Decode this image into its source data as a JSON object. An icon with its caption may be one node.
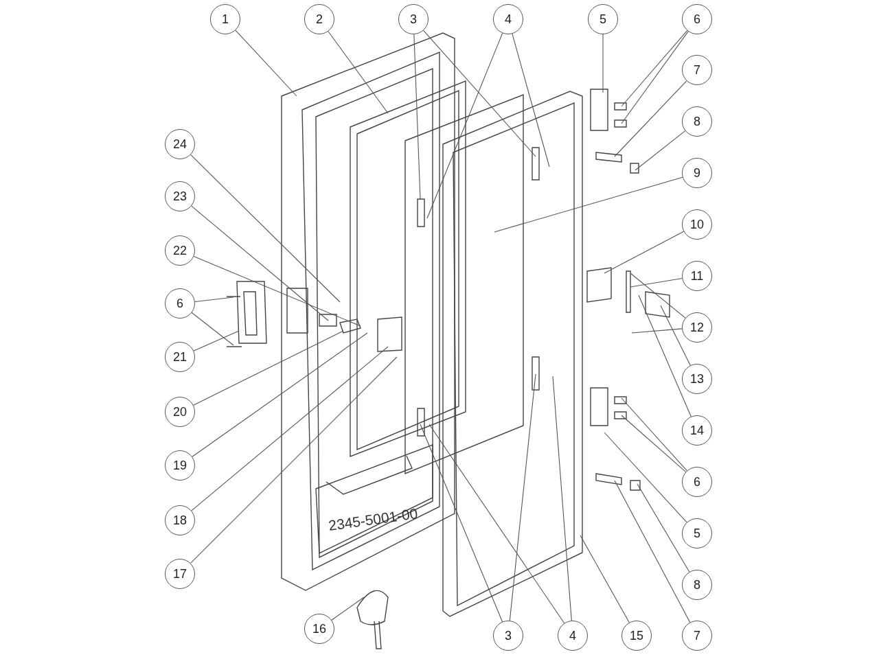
{
  "diagram": {
    "nodes": [
      {
        "text": [
          "1"
        ]
      },
      {
        "text": [
          "2"
        ]
      },
      {
        "text": [
          "3"
        ]
      },
      {
        "text": [
          "4"
        ]
      },
      {
        "text": [
          "5"
        ]
      },
      {
        "text": [
          "6"
        ]
      },
      {
        "text": [
          "7"
        ]
      },
      {
        "text": [
          "8"
        ]
      },
      {
        "text": [
          "24"
        ]
      },
      {
        "text": [
          "9"
        ]
      },
      {
        "text": [
          "23"
        ]
      },
      {
        "text": [
          "10"
        ]
      },
      {
        "text": [
          "22"
        ]
      },
      {
        "text": [
          "11"
        ]
      },
      {
        "text": [
          "6"
        ]
      },
      {
        "text": [
          "12"
        ]
      },
      {
        "text": [
          "21"
        ]
      },
      {
        "text": [
          "13"
        ]
      },
      {
        "text": [
          "20"
        ]
      },
      {
        "text": [
          "14"
        ]
      },
      {
        "text": [
          "19"
        ]
      },
      {
        "text": [
          "6"
        ]
      },
      {
        "text": [
          "18"
        ]
      },
      {
        "text": [
          "5"
        ]
      },
      {
        "text": [
          "17"
        ]
      },
      {
        "text": [
          "8"
        ]
      },
      {
        "text": [
          "16"
        ]
      },
      {
        "text": [
          "3"
        ]
      },
      {
        "text": [
          "4"
        ]
      },
      {
        "text": [
          "15"
        ]
      },
      {
        "text": [
          "7"
        ]
      }
    ],
    "edges": [
      {
        "from": 0,
        "to": null,
        "arrow": "none"
      },
      {
        "from": 1,
        "to": null,
        "arrow": "none"
      },
      {
        "from": 2,
        "to": null,
        "arrow": "none"
      },
      {
        "from": 2,
        "to": null,
        "arrow": "none"
      },
      {
        "from": 3,
        "to": null,
        "arrow": "none"
      },
      {
        "from": 3,
        "to": null,
        "arrow": "none"
      },
      {
        "from": 4,
        "to": null,
        "arrow": "none"
      },
      {
        "from": 5,
        "to": null,
        "arrow": "none"
      },
      {
        "from": 5,
        "to": null,
        "arrow": "none"
      },
      {
        "from": 6,
        "to": null,
        "arrow": "none"
      },
      {
        "from": 7,
        "to": null,
        "arrow": "none"
      },
      {
        "from": 8,
        "to": null,
        "arrow": "none"
      },
      {
        "from": 9,
        "to": null,
        "arrow": "none"
      },
      {
        "from": 10,
        "to": null,
        "arrow": "none"
      },
      {
        "from": 11,
        "to": null,
        "arrow": "none"
      },
      {
        "from": 12,
        "to": null,
        "arrow": "none"
      },
      {
        "from": 13,
        "to": null,
        "arrow": "none"
      },
      {
        "from": 14,
        "to": null,
        "arrow": "none"
      },
      {
        "from": 14,
        "to": null,
        "arrow": "none"
      },
      {
        "from": 15,
        "to": null,
        "arrow": "none"
      },
      {
        "from": 15,
        "to": null,
        "arrow": "none"
      },
      {
        "from": 16,
        "to": null,
        "arrow": "none"
      },
      {
        "from": 17,
        "to": null,
        "arrow": "none"
      },
      {
        "from": 18,
        "to": null,
        "arrow": "none"
      },
      {
        "from": 19,
        "to": null,
        "arrow": "none"
      },
      {
        "from": 20,
        "to": null,
        "arrow": "none"
      },
      {
        "from": 21,
        "to": null,
        "arrow": "none"
      },
      {
        "from": 21,
        "to": null,
        "arrow": "none"
      },
      {
        "from": 22,
        "to": null,
        "arrow": "none"
      },
      {
        "from": 23,
        "to": null,
        "arrow": "none"
      },
      {
        "from": 24,
        "to": null,
        "arrow": "none"
      },
      {
        "from": 25,
        "to": null,
        "arrow": "none"
      },
      {
        "from": 26,
        "to": null,
        "arrow": "none"
      },
      {
        "from": 27,
        "to": null,
        "arrow": "none"
      },
      {
        "from": 27,
        "to": null,
        "arrow": "none"
      },
      {
        "from": 28,
        "to": null,
        "arrow": "none"
      },
      {
        "from": 28,
        "to": null,
        "arrow": "none"
      },
      {
        "from": 29,
        "to": null,
        "arrow": "none"
      },
      {
        "from": 30,
        "to": null,
        "arrow": "none"
      }
    ],
    "labels": [
      "2345-5001-00"
    ]
  }
}
